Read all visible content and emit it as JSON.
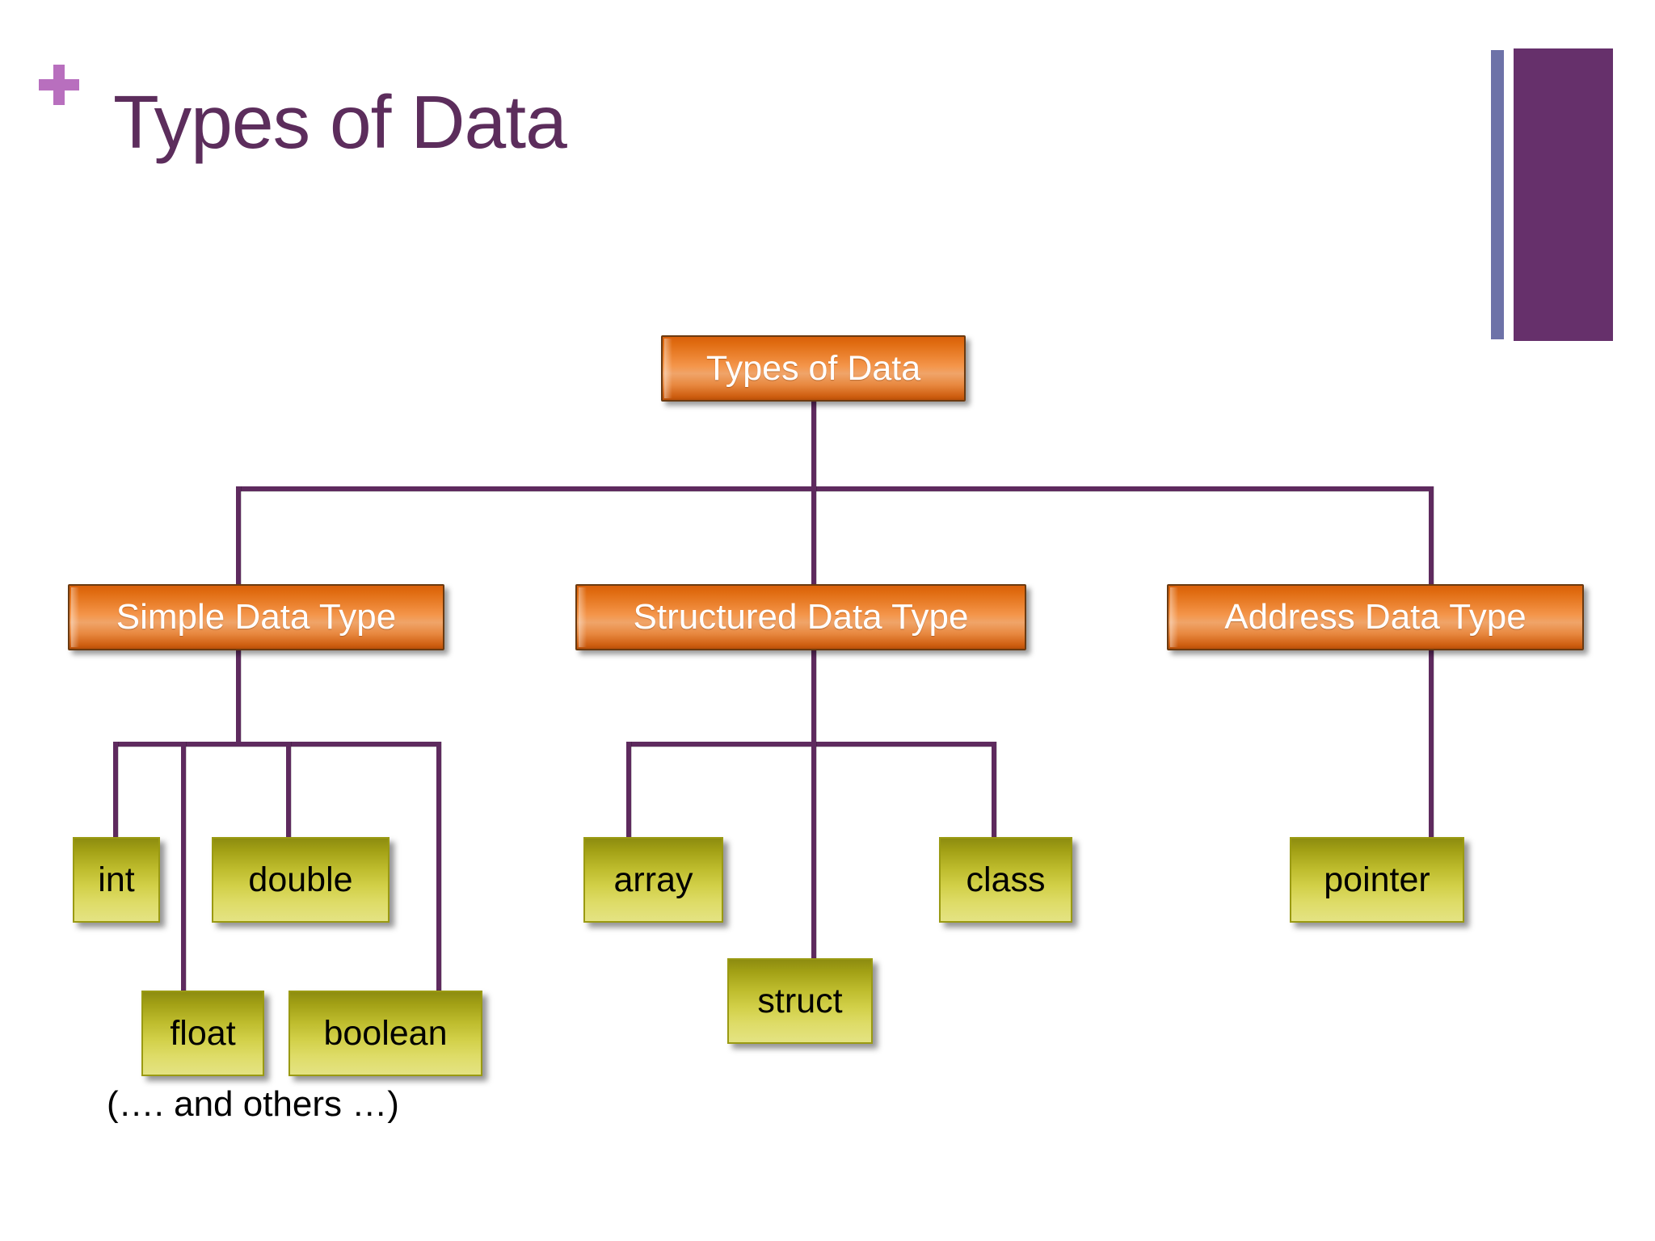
{
  "slide": {
    "title": "Types of Data",
    "plus_icon": "plus-icon",
    "colors": {
      "title": "#5c2d5c",
      "plus": "#b86fbe",
      "deco_thin": "#6d72a8",
      "deco_wide": "#66306b",
      "connector": "#5e2a5e",
      "orange_fill": "#ef9049",
      "orange_border": "#6b3a10",
      "olive_fill": "#cfcd42",
      "olive_border": "#9a9a12"
    }
  },
  "diagram": {
    "root": {
      "label": "Types of Data"
    },
    "categories": [
      {
        "label": "Simple Data Type"
      },
      {
        "label": "Structured Data Type"
      },
      {
        "label": "Address Data Type"
      }
    ],
    "leaves": [
      {
        "label": "int",
        "parent": "Simple Data Type"
      },
      {
        "label": "double",
        "parent": "Simple Data Type"
      },
      {
        "label": "float",
        "parent": "Simple Data Type"
      },
      {
        "label": "boolean",
        "parent": "Simple Data Type"
      },
      {
        "label": "array",
        "parent": "Structured Data Type"
      },
      {
        "label": "struct",
        "parent": "Structured Data Type"
      },
      {
        "label": "class",
        "parent": "Structured Data Type"
      },
      {
        "label": "pointer",
        "parent": "Address Data Type"
      }
    ],
    "note": "(…. and  others …)"
  }
}
